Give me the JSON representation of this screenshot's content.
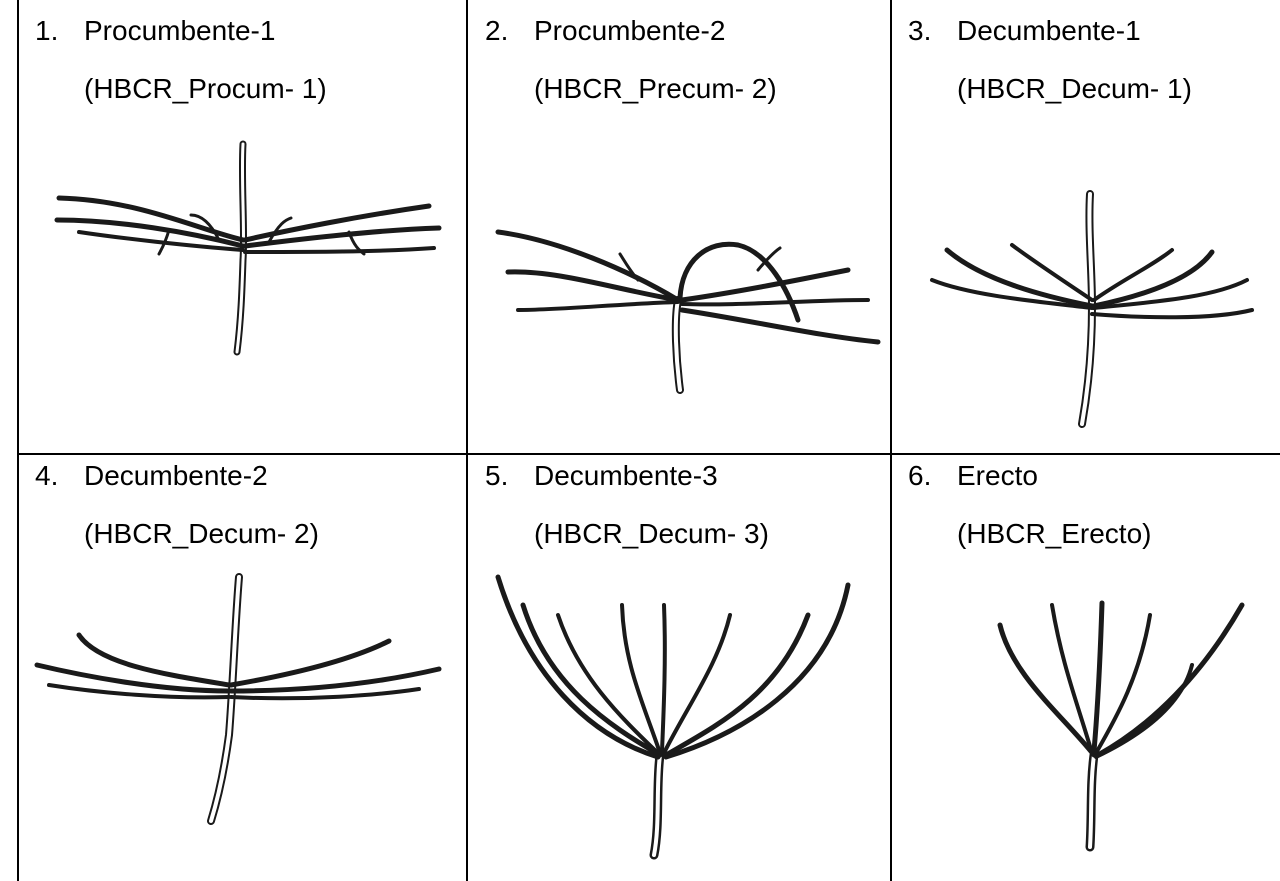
{
  "cells": [
    {
      "number": "1.",
      "name": "Procumbente-1",
      "code": "(HBCR_Procum- 1)"
    },
    {
      "number": "2.",
      "name": "Procumbente-2",
      "code": "(HBCR_Precum- 2)"
    },
    {
      "number": "3.",
      "name": "Decumbente-1",
      "code": "(HBCR_Decum- 1)"
    },
    {
      "number": "4.",
      "name": "Decumbente-2",
      "code": "(HBCR_Decum- 2)"
    },
    {
      "number": "5.",
      "name": "Decumbente-3",
      "code": "(HBCR_Decum- 3)"
    },
    {
      "number": "6.",
      "name": "Erecto",
      "code": "(HBCR_Erecto)"
    }
  ],
  "line_color": "#000000",
  "ink_color": "#1a1a1a"
}
